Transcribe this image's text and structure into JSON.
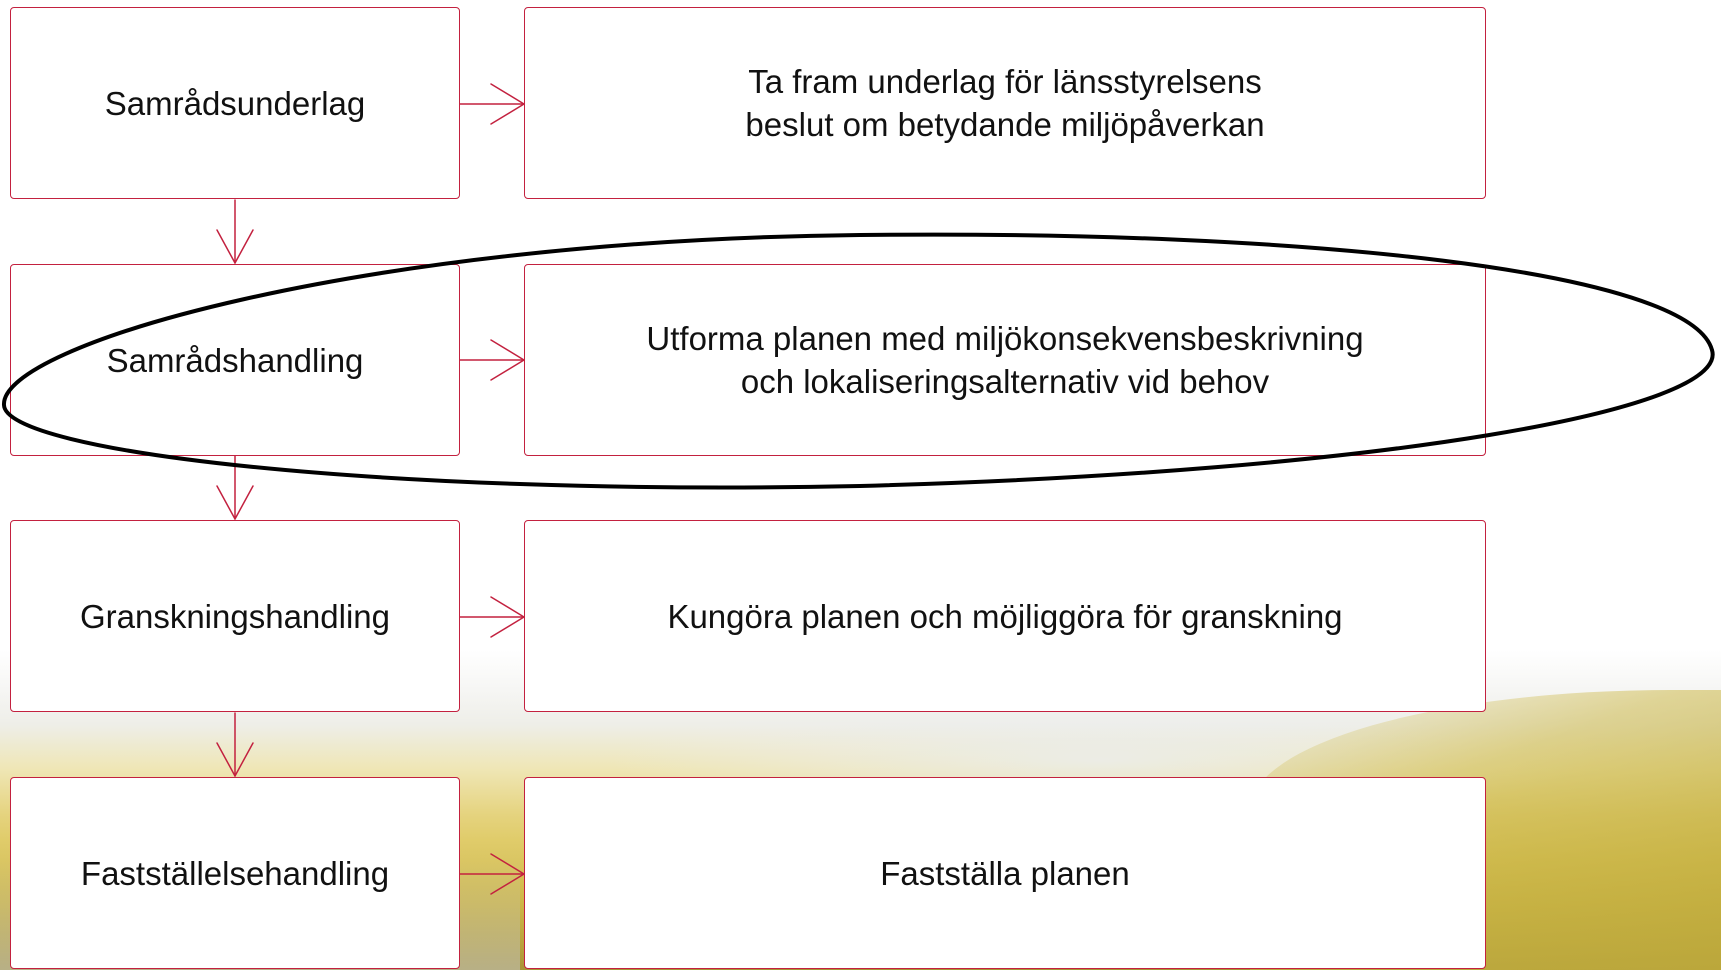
{
  "steps": [
    {
      "stage": "Samrådsunderlag",
      "description": "Ta fram underlag för länsstyrelsens\nbeslut om betydande miljöpåverkan"
    },
    {
      "stage": "Samrådshandling",
      "description": "Utforma planen med miljökonsekvensbeskrivning\noch lokaliseringsalternativ vid behov"
    },
    {
      "stage": "Granskningshandling",
      "description": "Kungöra planen och möjliggöra för granskning"
    },
    {
      "stage": "Fastställelsehandling",
      "description": "Fastställa planen"
    }
  ],
  "highlighted_step": 1,
  "colors": {
    "accent": "#c3213f",
    "highlight_ring": "#000000",
    "text": "#111111"
  }
}
